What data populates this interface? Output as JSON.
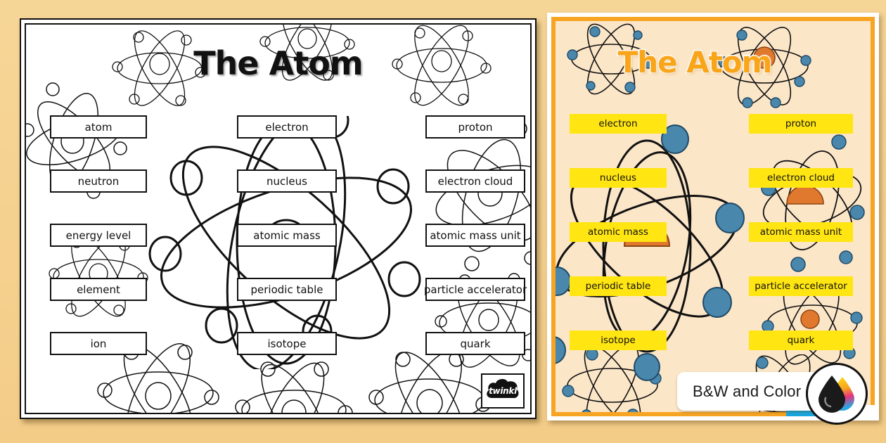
{
  "document": {
    "title": "The Atom",
    "background_color": "#F5D08F"
  },
  "bw_sheet": {
    "title": "The Atom",
    "style": "black-and-white",
    "paper_color": "#FFFFFF",
    "border_color": "#111111",
    "label_box_fill": "#FFFFFF",
    "columns": [
      {
        "name": "left",
        "labels": [
          "atom",
          "neutron",
          "energy level",
          "element",
          "ion"
        ]
      },
      {
        "name": "center",
        "labels": [
          "electron",
          "nucleus",
          "atomic mass",
          "periodic table",
          "isotope"
        ]
      },
      {
        "name": "right",
        "labels": [
          "proton",
          "electron cloud",
          "atomic mass unit",
          "particle accelerator",
          "quark"
        ]
      }
    ],
    "watermark": "twinkl"
  },
  "color_sheet": {
    "title": "The Atom",
    "style": "color",
    "paper_color": "#FCE6C8",
    "border_color": "#F7A422",
    "label_box_fill": "#FFE511",
    "electron_color": "#4A87AD",
    "nucleus_color": "#E0792E",
    "columns": [
      {
        "name": "center",
        "labels": [
          "electron",
          "nucleus",
          "atomic mass",
          "periodic table",
          "isotope"
        ]
      },
      {
        "name": "right",
        "labels": [
          "proton",
          "electron cloud",
          "atomic mass unit",
          "particle accelerator",
          "quark"
        ]
      }
    ]
  },
  "badge": {
    "label": "B&W and Color",
    "icon": "ink-drop-icon",
    "drop_black": "#1a1a1a",
    "drop_cmyk_top": "#FFE511",
    "drop_cmyk_mid": "#E8337E",
    "drop_cmyk_bottom": "#29A7E1"
  }
}
